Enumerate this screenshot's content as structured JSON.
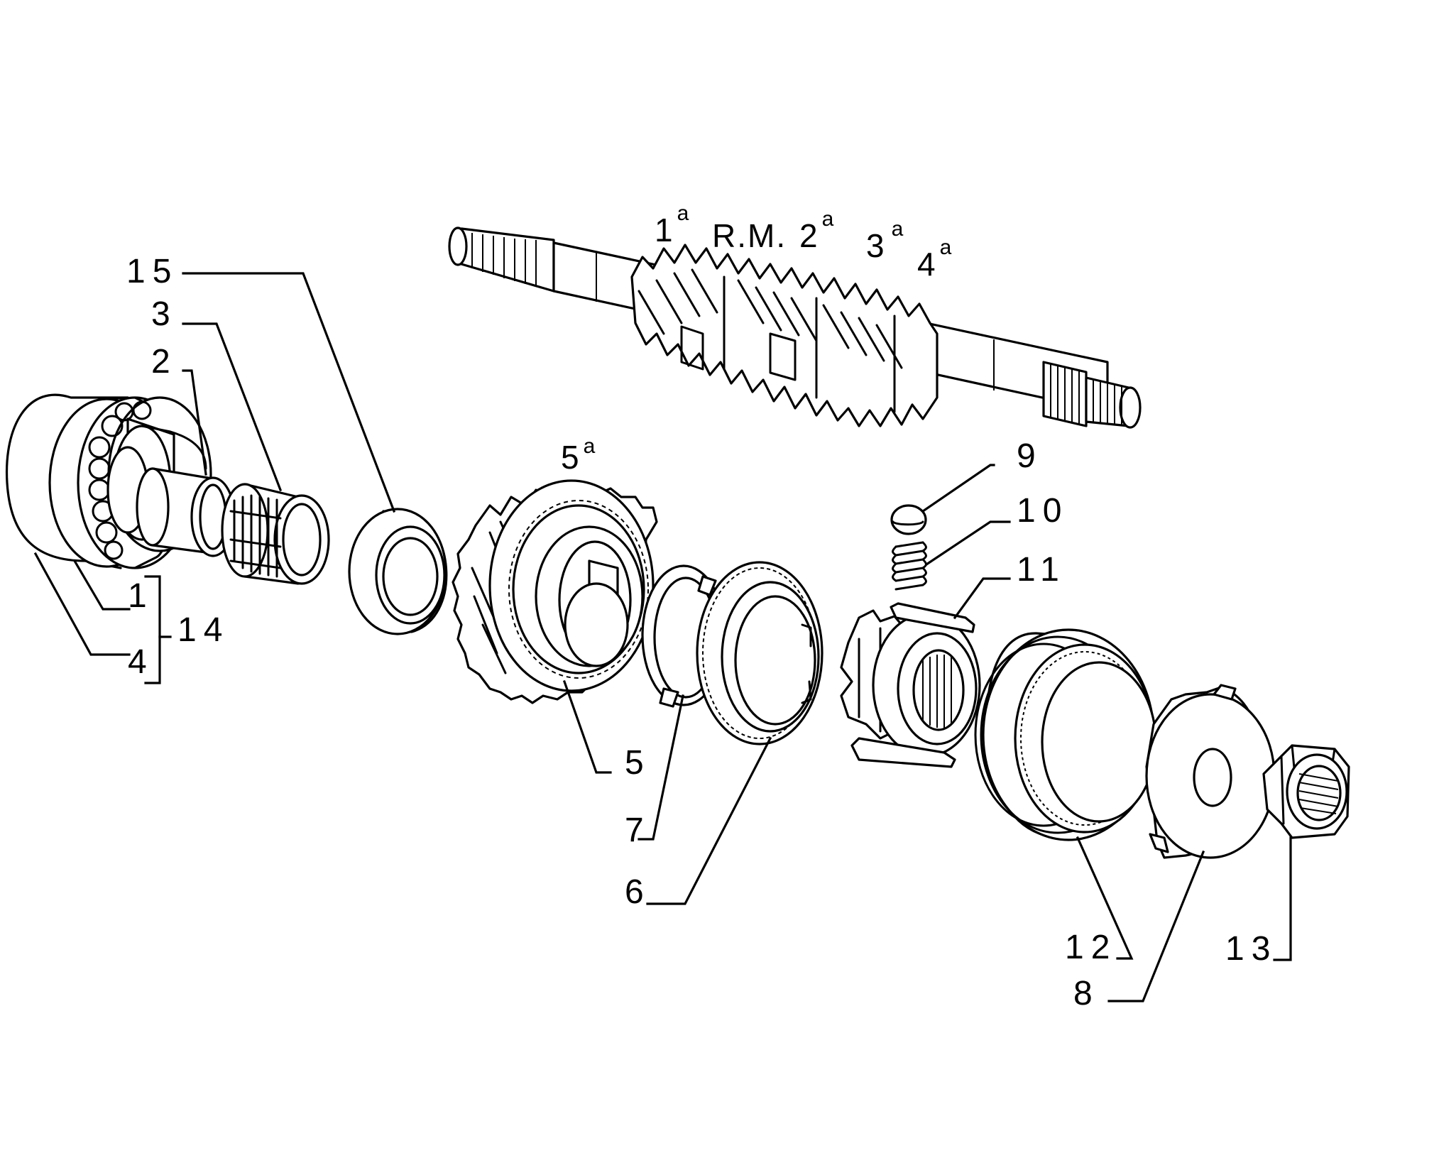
{
  "diagram": {
    "shaft_labels": [
      {
        "id": "s1",
        "main": "1",
        "sup": "a"
      },
      {
        "id": "rm",
        "main": "R.M.",
        "sup": ""
      },
      {
        "id": "s2",
        "main": "2",
        "sup": "a"
      },
      {
        "id": "s3",
        "main": "3",
        "sup": "a"
      },
      {
        "id": "s4",
        "main": "4",
        "sup": "a"
      }
    ],
    "gear_label": {
      "main": "5",
      "sup": "a"
    },
    "callouts": [
      "1",
      "2",
      "3",
      "4",
      "5",
      "6",
      "7",
      "8",
      "9",
      "10",
      "11",
      "12",
      "13",
      "14",
      "15"
    ]
  }
}
